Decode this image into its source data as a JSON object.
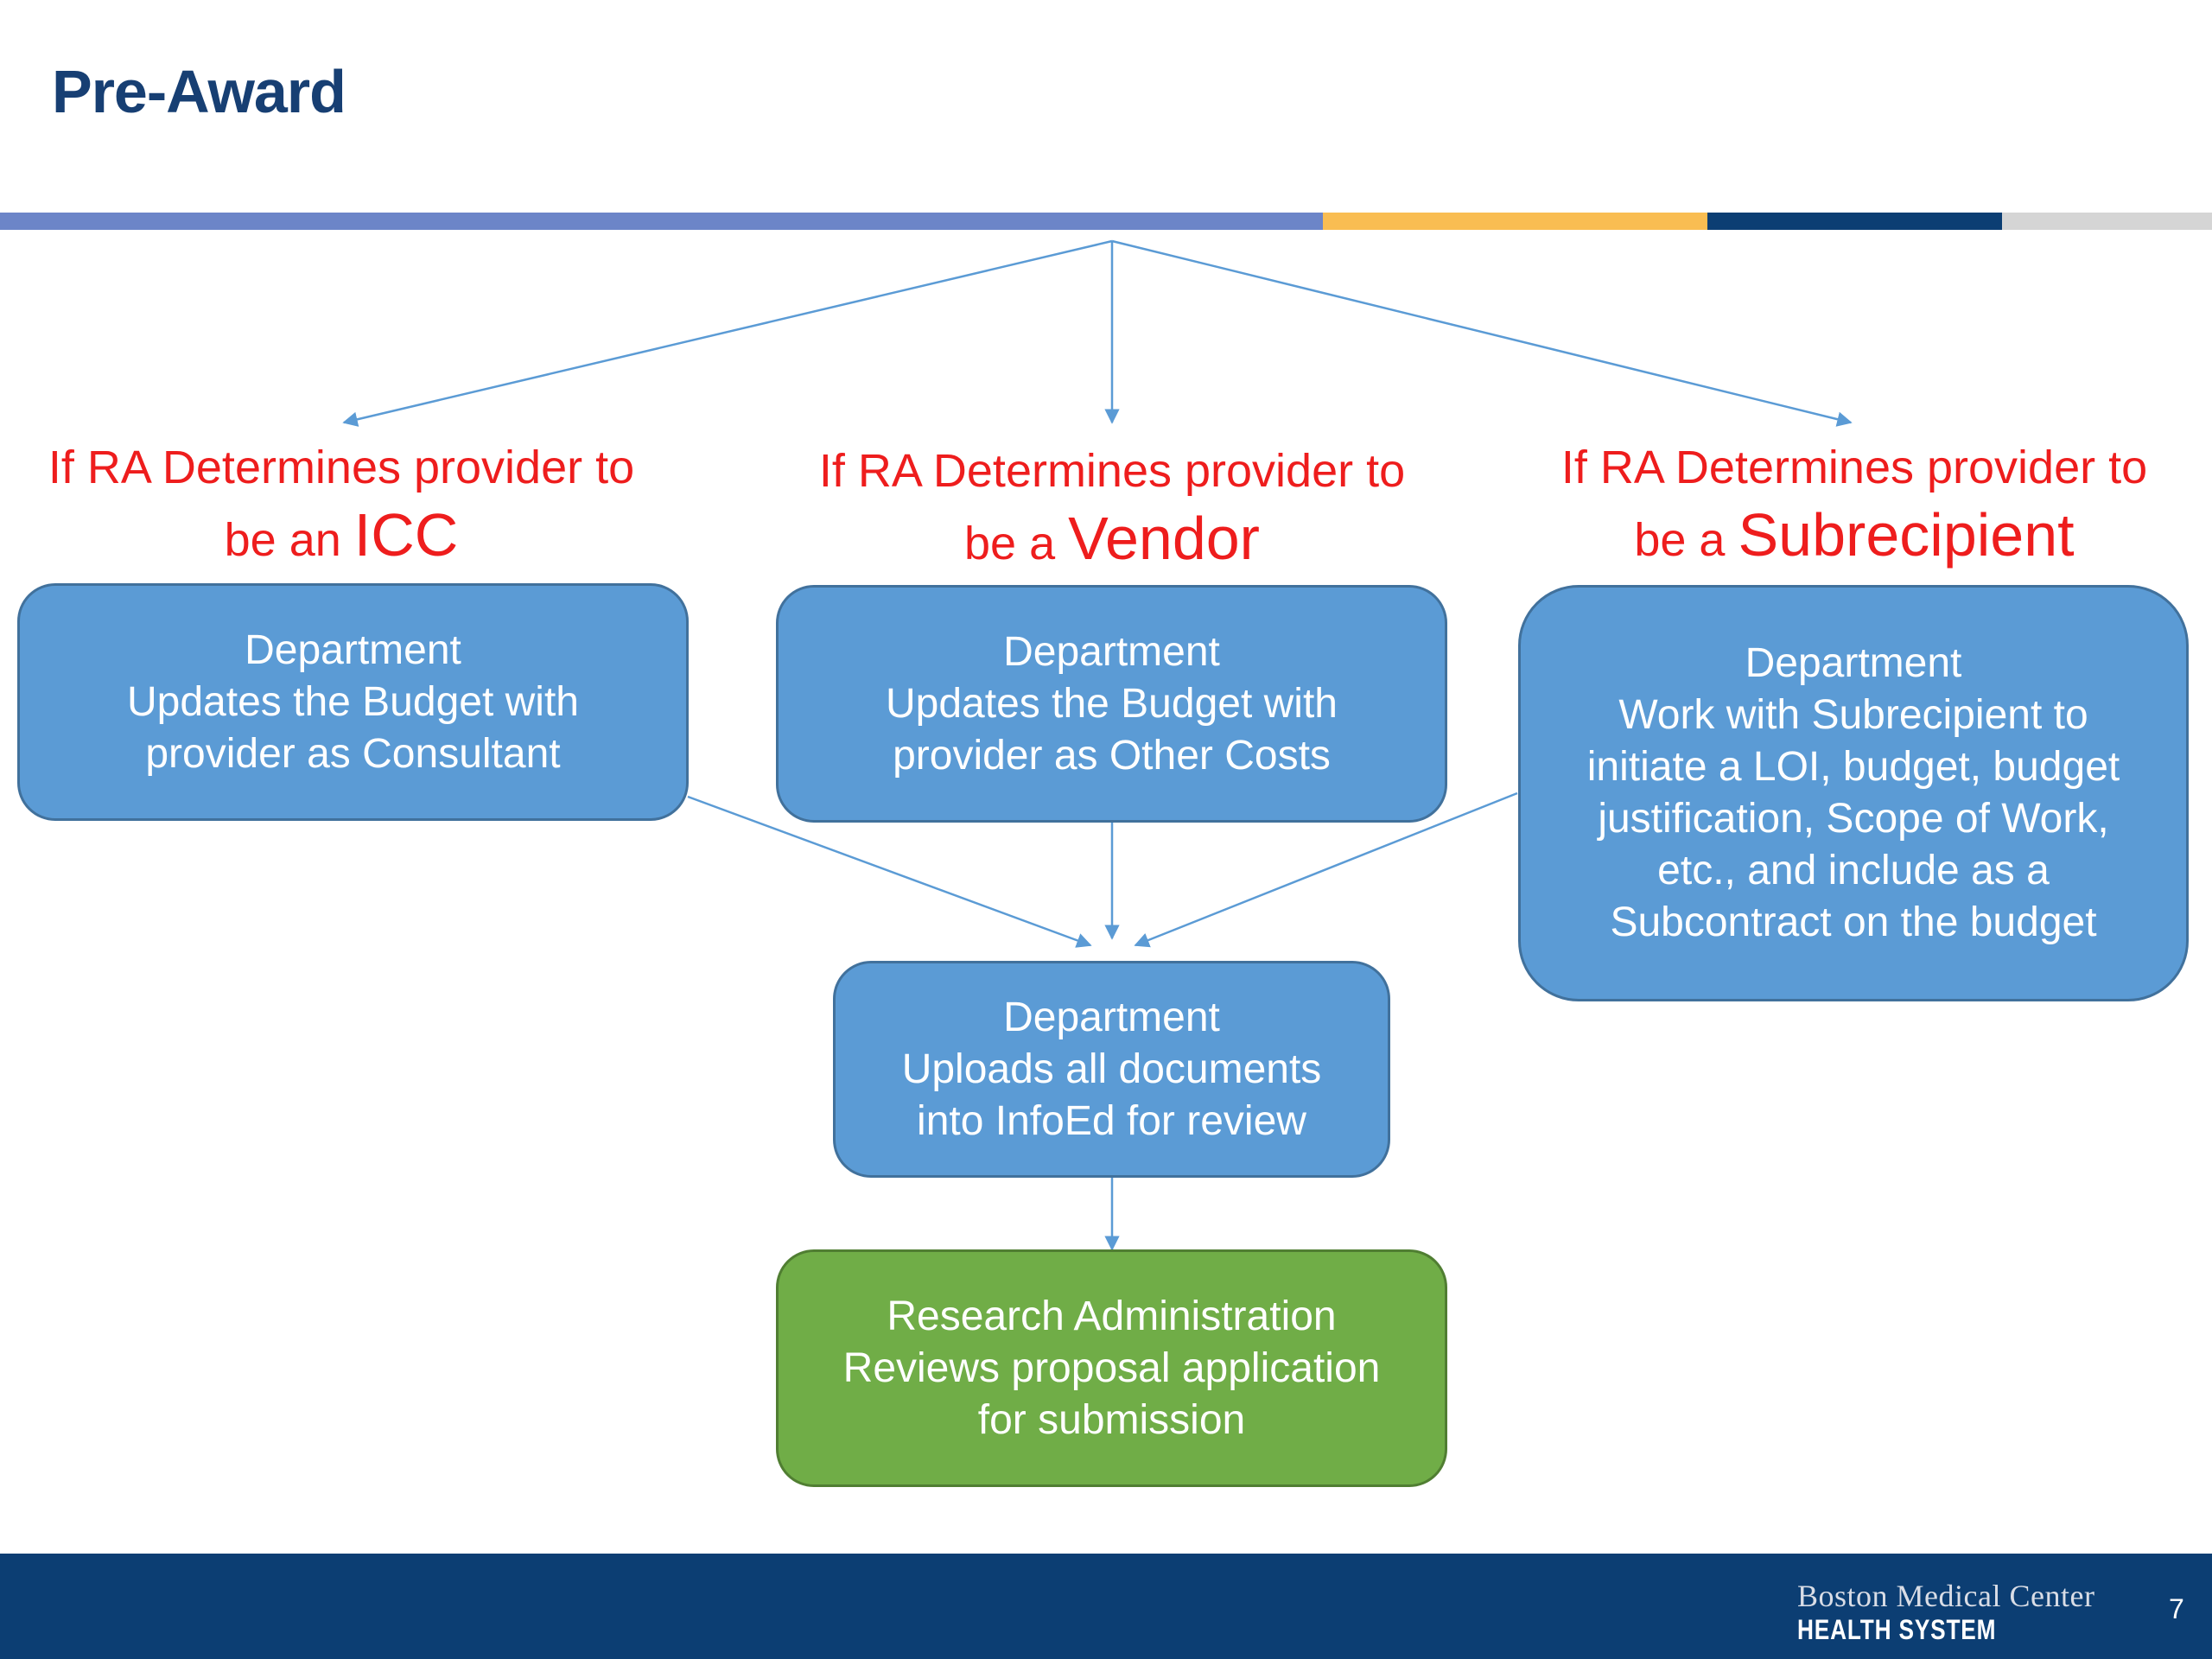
{
  "title": "Pre-Award",
  "decision_headings": [
    {
      "prefix": "If RA Determines provider to",
      "line2_prefix": "be an",
      "emphasis": "ICC"
    },
    {
      "prefix": "If RA Determines provider to",
      "line2_prefix": "be a",
      "emphasis": "Vendor"
    },
    {
      "prefix": "If RA Determines provider to",
      "line2_prefix": "be a",
      "emphasis": "Subrecipient"
    }
  ],
  "boxes": {
    "icc": [
      "Department",
      "Updates the Budget with",
      "provider as Consultant"
    ],
    "vendor": [
      "Department",
      "Updates the Budget with",
      "provider as Other Costs"
    ],
    "subrecipient": [
      "Department",
      "Work with Subrecipient to",
      "initiate a LOI, budget, budget",
      "justification, Scope of Work,",
      "etc., and include as a",
      "Subcontract on the budget"
    ],
    "upload": [
      "Department",
      "Uploads all documents",
      "into InfoEd for review"
    ],
    "review": [
      "Research Administration",
      "Reviews proposal application",
      "for submission"
    ]
  },
  "footer": {
    "org_line1": "Boston Medical Center",
    "org_line2": "HEALTH SYSTEM",
    "page_number": "7"
  },
  "colors": {
    "title": "#173f73",
    "heading_red": "#ee1d1d",
    "box_blue": "#5b9bd5",
    "box_green": "#70ad47",
    "arrow": "#5b9bd5",
    "footer": "#0c3e73",
    "stripe": [
      "#6c85c8",
      "#f9bd52",
      "#0c3e73",
      "#d5d5d5"
    ]
  }
}
